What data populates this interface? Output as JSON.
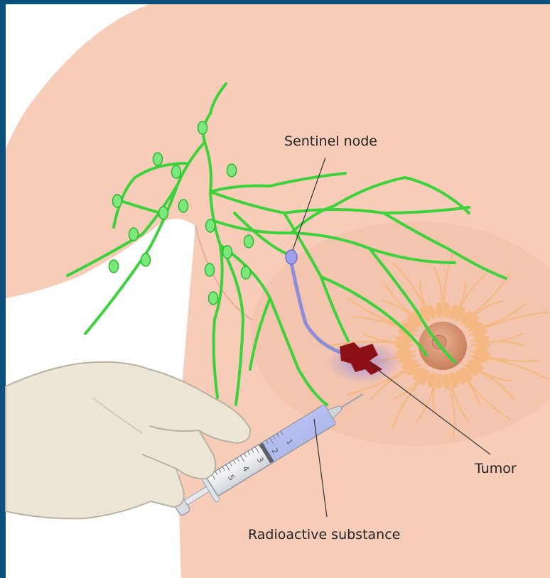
{
  "labels": {
    "sentinel_node": "Sentinel node",
    "tumor": "Tumor",
    "radioactive_substance": "Radioactive substance"
  },
  "syringe_scale": [
    "1",
    "2",
    "3",
    "4",
    "5"
  ],
  "colors": {
    "frame": "#0b4f7c",
    "skin": "#f7cdb9",
    "skin_shade": "#efb9a4",
    "lymph": "#3cd23c",
    "lymph_node": "#7be87b",
    "duct": "#f5b882",
    "areola": "#d9926b",
    "tumor": "#8b0f14",
    "sentinel_tracer": "#8c8cd8",
    "glove": "#ece6d6",
    "syringe_fluid": "#aab4ee"
  },
  "icons": [
    "lymphatic-network-icon",
    "sentinel-node-icon",
    "tumor-icon",
    "syringe-icon",
    "gloved-hand-icon"
  ]
}
